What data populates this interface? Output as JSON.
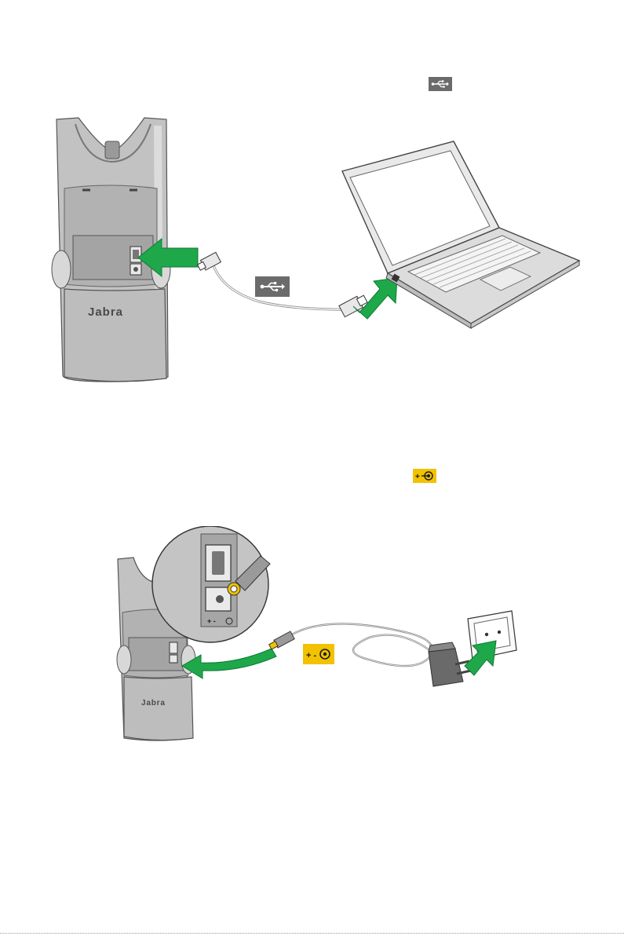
{
  "figure_usb": {
    "base_brand": "Jabra",
    "icons": {
      "header_usb": "usb-icon",
      "cable_usb": "usb-icon",
      "arrows": "green-arrow"
    }
  },
  "figure_power": {
    "base_brand": "Jabra",
    "zoom_power_symbol": "+ -",
    "cable_power_symbol": "+ -",
    "icons": {
      "header_power": "dc-power-icon",
      "cable_power": "dc-power-icon",
      "arrows": "green-arrow"
    }
  },
  "colors": {
    "arrow_green": "#1ea84a",
    "power_label_yellow": "#f2c200",
    "usb_label_gray": "#6b6b6b",
    "base_gray": "#b8b8b8"
  }
}
